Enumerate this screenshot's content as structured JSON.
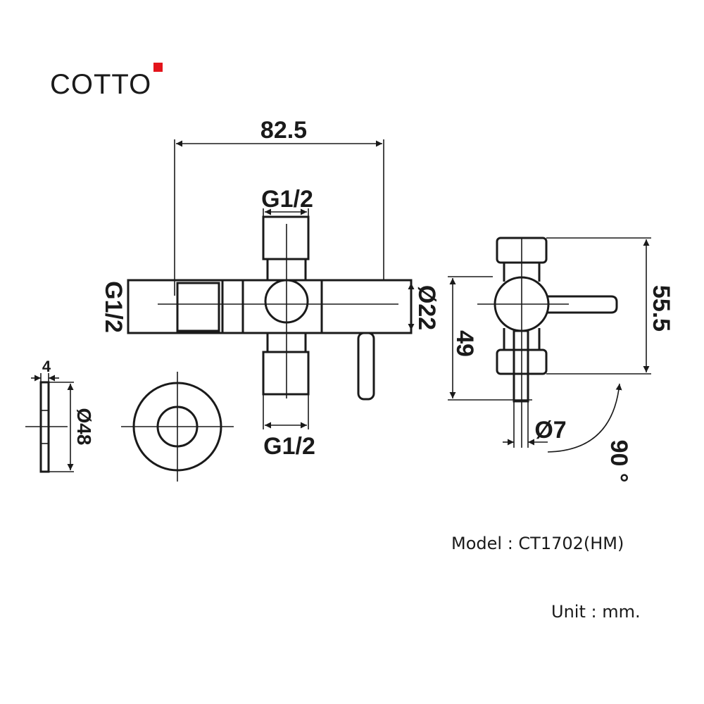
{
  "brand": {
    "name": "COTTO",
    "accent_color": "#e3141b",
    "text_color": "#1a1a1a"
  },
  "dimensions": {
    "overall_width": "82.5",
    "top_outlet_thread": "G1/2",
    "bottom_outlet_thread": "G1/2",
    "inlet_thread": "G1/2",
    "body_diameter": "Ø22",
    "flange_thickness": "4",
    "flange_diameter": "Ø48",
    "side_height": "49",
    "overall_height": "55.5",
    "handle_diameter": "Ø7",
    "rotation_angle": "90 °"
  },
  "info": {
    "model": "Model : CT1702(HM)",
    "unit": "Unit : mm."
  }
}
